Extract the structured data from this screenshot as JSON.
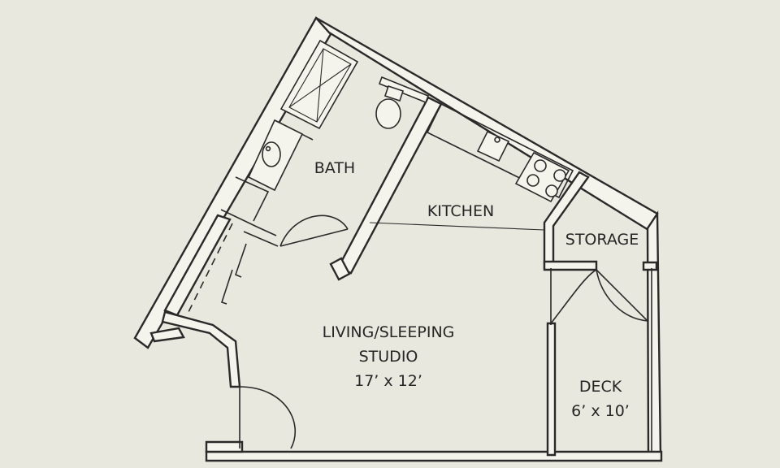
{
  "rooms": {
    "bath": {
      "label": "BATH"
    },
    "kitchen": {
      "label": "KITCHEN"
    },
    "storage": {
      "label": "STORAGE"
    },
    "living": {
      "label_line1": "LIVING/SLEEPING",
      "label_line2": "STUDIO",
      "dimensions": "17’ x 12’"
    },
    "deck": {
      "label": "DECK",
      "dimensions": "6’ x 10’"
    }
  },
  "colors": {
    "background": "#e8e8de",
    "line": "#2a2a2a",
    "wall_fill": "#f4f4ec"
  }
}
